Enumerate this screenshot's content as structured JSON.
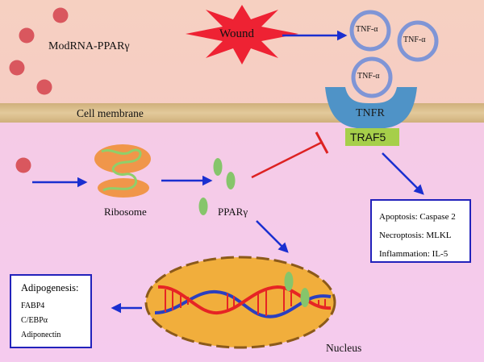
{
  "labels": {
    "modrna": "ModRNA-PPARγ",
    "wound": "Wound",
    "cell_membrane": "Cell membrane",
    "ribosome": "Ribosome",
    "ppar": "PPARγ",
    "nucleus": "Nucleus",
    "tnfr": "TNFR",
    "traf5": "TRAF5",
    "tnf": [
      "TNF-α",
      "TNF-α",
      "TNF-α"
    ]
  },
  "outcome_box": {
    "lines": [
      "Apoptosis: Caspase 2",
      "Necroptosis: MLKL",
      "Inflammation: IL-5"
    ]
  },
  "adipogenesis_box": {
    "title": "Adipogenesis:",
    "items": [
      "FABP4",
      "C/EBPα",
      "Adiponectin"
    ]
  },
  "colors": {
    "extracellular_bg": "#f6cec2",
    "cytoplasm_bg": "#f5cbe6",
    "membrane": "#dcbf8e",
    "modrna_dot": "#d9575e",
    "wound_star": "#ee2233",
    "tnf_ring": "#7f95d6",
    "receptor": "#4f93c7",
    "traf5": "#a6cf4a",
    "ribosome": "#f0964a",
    "mrna_strand": "#8fcf6a",
    "ppar_protein": "#86c56b",
    "nucleus_fill": "#f1ae3c",
    "nucleus_border": "#8c5a1a",
    "dna_red": "#e62424",
    "dna_blue": "#2a3fc0",
    "arrow": "#1a2fd0",
    "inhibit": "#dd2222"
  }
}
